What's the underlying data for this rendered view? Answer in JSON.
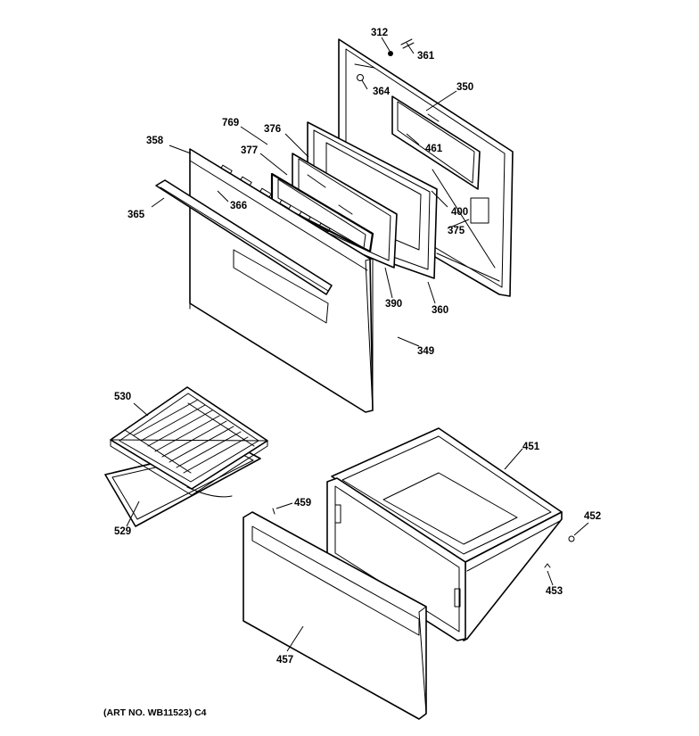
{
  "labels": {
    "p312": "312",
    "p361": "361",
    "p364": "364",
    "p350": "350",
    "p769": "769",
    "p376": "376",
    "p358": "358",
    "p377": "377",
    "p461": "461",
    "p366": "366",
    "p365": "365",
    "p400": "400",
    "p375": "375",
    "p390": "390",
    "p360": "360",
    "p349": "349",
    "p530": "530",
    "p451": "451",
    "p459": "459",
    "p452": "452",
    "p529": "529",
    "p453": "453",
    "p457": "457"
  },
  "art_number": "(ART NO. WB11523) C4"
}
